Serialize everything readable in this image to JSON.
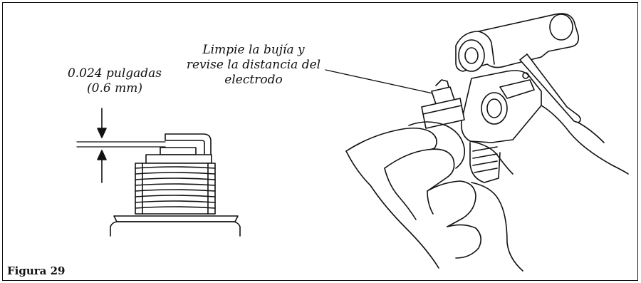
{
  "figure": {
    "label": "Figura 29"
  },
  "gap_callout": {
    "line1": "0.024 pulgadas",
    "line2": "(0.6 mm)"
  },
  "clean_callout": {
    "line1": "Limpie la bujía y",
    "line2": "revise la distancia del",
    "line3": "electrodo"
  },
  "colors": {
    "line": "#111111",
    "background": "#ffffff"
  }
}
